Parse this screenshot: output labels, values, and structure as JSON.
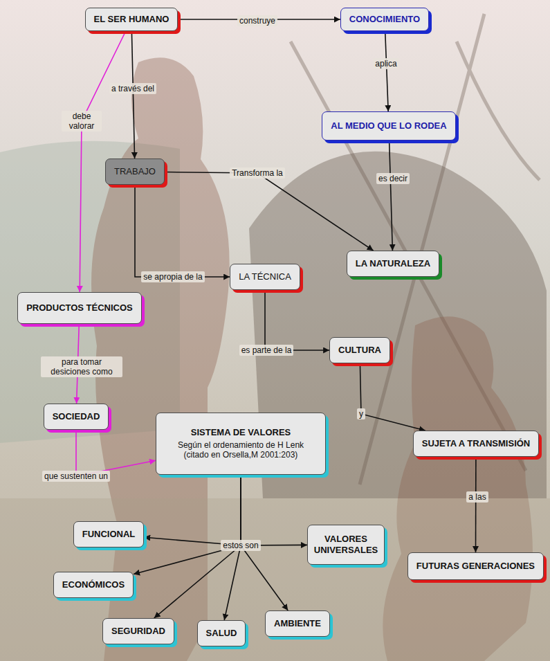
{
  "diagram": {
    "nodes": [
      {
        "text": [
          "EL SER HUMANO"
        ]
      },
      {
        "text": [
          "CONOCIMIENTO"
        ]
      },
      {
        "text": [
          "TRABAJO"
        ]
      },
      {
        "text": [
          "AL MEDIO QUE LO RODEA"
        ]
      },
      {
        "text": [
          "LA NATURALEZA"
        ]
      },
      {
        "text": [
          "LA TÉCNICA"
        ]
      },
      {
        "text": [
          "PRODUCTOS TÉCNICOS"
        ]
      },
      {
        "text": [
          "CULTURA"
        ]
      },
      {
        "text": [
          "SOCIEDAD"
        ]
      },
      {
        "text": [
          "SISTEMA DE VALORES",
          "Según el ordenamiento de H Lenk (citado en Orsella,M 2001:203)"
        ]
      },
      {
        "text": [
          "SUJETA A TRANSMISIÓN"
        ]
      },
      {
        "text": [
          "FUNCIONAL"
        ]
      },
      {
        "text": [
          "VALORES UNIVERSALES"
        ]
      },
      {
        "text": [
          "ECONÓMICOS"
        ]
      },
      {
        "text": [
          "FUTURAS GENERACIONES"
        ]
      },
      {
        "text": [
          "SEGURIDAD"
        ]
      },
      {
        "text": [
          "SALUD"
        ]
      },
      {
        "text": [
          "AMBIENTE"
        ]
      }
    ],
    "edges": [
      {
        "from": 0,
        "to": 1,
        "label": "construye",
        "arrow": "to"
      },
      {
        "from": 1,
        "to": 3,
        "label": "aplica",
        "arrow": "to"
      },
      {
        "from": 0,
        "to": 2,
        "label": "a través del",
        "arrow": "to"
      },
      {
        "from": 0,
        "to": 6,
        "label": "debe valorar",
        "arrow": "to"
      },
      {
        "from": 2,
        "to": 4,
        "label": "Transforma la",
        "arrow": "to"
      },
      {
        "from": 3,
        "to": 4,
        "label": "es decir",
        "arrow": "to"
      },
      {
        "from": 2,
        "to": 5,
        "label": "se apropia de la",
        "arrow": "to"
      },
      {
        "from": 5,
        "to": 7,
        "label": "es parte de la",
        "arrow": "to"
      },
      {
        "from": 7,
        "to": 10,
        "label": "y",
        "arrow": "to"
      },
      {
        "from": 6,
        "to": 8,
        "label": "para tomar desiciones como",
        "arrow": "to"
      },
      {
        "from": 8,
        "to": 9,
        "label": "que sustenten un",
        "arrow": "to"
      },
      {
        "from": 9,
        "to": 11,
        "arrow": "to"
      },
      {
        "from": 9,
        "to": 12,
        "label": "estos son",
        "arrow": "to"
      },
      {
        "from": 9,
        "to": 13,
        "arrow": "to"
      },
      {
        "from": 9,
        "to": 15,
        "arrow": "to"
      },
      {
        "from": 9,
        "to": 16,
        "arrow": "to"
      },
      {
        "from": 9,
        "to": 17,
        "arrow": "to"
      },
      {
        "from": 10,
        "to": 14,
        "label": "a las",
        "arrow": "to"
      }
    ]
  }
}
